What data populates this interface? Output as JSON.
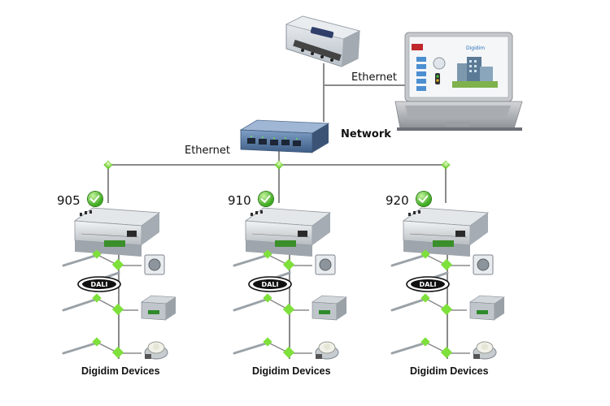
{
  "labels": {
    "ethernet_top": "Ethernet",
    "ethernet_mid": "Ethernet",
    "network": "Network"
  },
  "screen": {
    "logo_text": "Digidim"
  },
  "controllers": [
    {
      "id": "905",
      "devices_label": "Digidim Devices",
      "dali_text": "DALI"
    },
    {
      "id": "910",
      "devices_label": "Digidim Devices",
      "dali_text": "DALI"
    },
    {
      "id": "920",
      "devices_label": "Digidim Devices",
      "dali_text": "DALI"
    }
  ],
  "colors": {
    "line": "#8a8a8a",
    "node": "#7ee03a",
    "check": "#39a81c"
  }
}
